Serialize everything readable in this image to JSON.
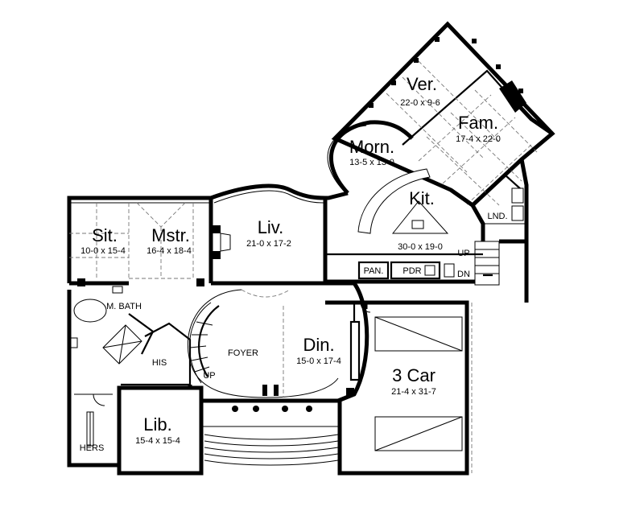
{
  "rooms": [
    {
      "key": "ver",
      "name": "Ver.",
      "dims": "22-0 x 9-6"
    },
    {
      "key": "fam",
      "name": "Fam.",
      "dims": "17-4 x 22-0"
    },
    {
      "key": "morn",
      "name": "Morn.",
      "dims": "13-5 x 13-0"
    },
    {
      "key": "kit",
      "name": "Kit.",
      "dims": "30-0 x 19-0"
    },
    {
      "key": "liv",
      "name": "Liv.",
      "dims": "21-0 x 17-2"
    },
    {
      "key": "sit",
      "name": "Sit.",
      "dims": "10-0 x 15-4"
    },
    {
      "key": "mstr",
      "name": "Mstr.",
      "dims": "16-4 x 18-4"
    },
    {
      "key": "din",
      "name": "Din.",
      "dims": "15-0 x 17-4"
    },
    {
      "key": "car",
      "name": "3 Car",
      "dims": "21-4 x 31-7"
    },
    {
      "key": "lib",
      "name": "Lib.",
      "dims": "15-4 x 15-4"
    }
  ],
  "small_labels": {
    "lnd": "LND.",
    "up_right": "UP",
    "dn": "DN",
    "pan": "PAN.",
    "pdr": "PDR",
    "mbath": "M. BATH",
    "his": "HIS",
    "foyer": "FOYER",
    "up_foyer": "UP",
    "hers": "HERS"
  }
}
